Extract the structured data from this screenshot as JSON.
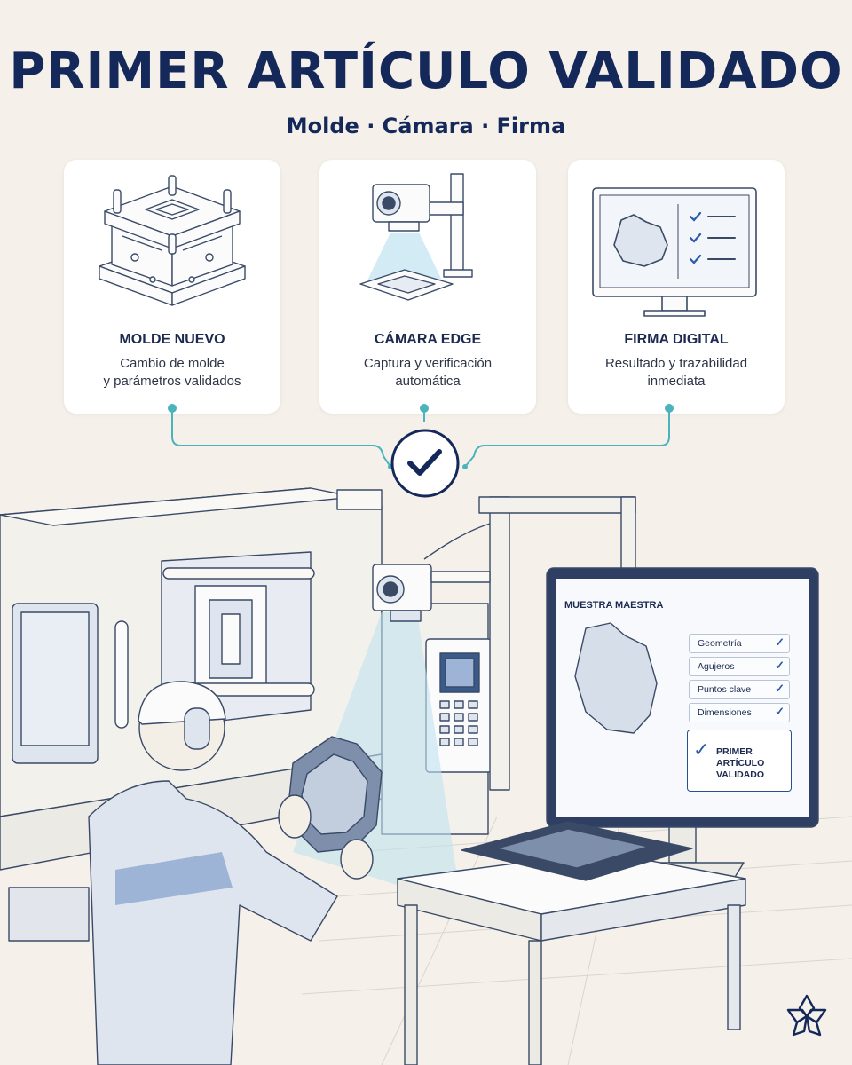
{
  "header": {
    "title": "PRIMER ARTÍCULO VALIDADO",
    "subtitle": "Molde · Cámara · Firma"
  },
  "cards": [
    {
      "title": "MOLDE NUEVO",
      "desc_line1": "Cambio de molde",
      "desc_line2": "y parámetros validados",
      "icon": "mold-icon"
    },
    {
      "title": "CÁMARA EDGE",
      "desc_line1": "Captura y verificación",
      "desc_line2": "automática",
      "icon": "camera-icon"
    },
    {
      "title": "FIRMA DIGITAL",
      "desc_line1": "Resultado y trazabilidad",
      "desc_line2": "inmediata",
      "icon": "monitor-icon"
    }
  ],
  "center_icon": "checkmark-circle-icon",
  "screen": {
    "title": "MUESTRA MAESTRA",
    "checklist": [
      "Geometría",
      "Agujeros",
      "Puntos clave",
      "Dimensiones"
    ],
    "validated_line1": "PRIMER ARTÍCULO",
    "validated_line2": "VALIDADO"
  },
  "colors": {
    "background": "#f5f0e9",
    "navy": "#14285a",
    "teal_connector": "#4bb3bd",
    "line_art": "#3a4a66",
    "accent_blue": "#2a5aa8"
  },
  "logo_icon": "flower-logo-icon"
}
